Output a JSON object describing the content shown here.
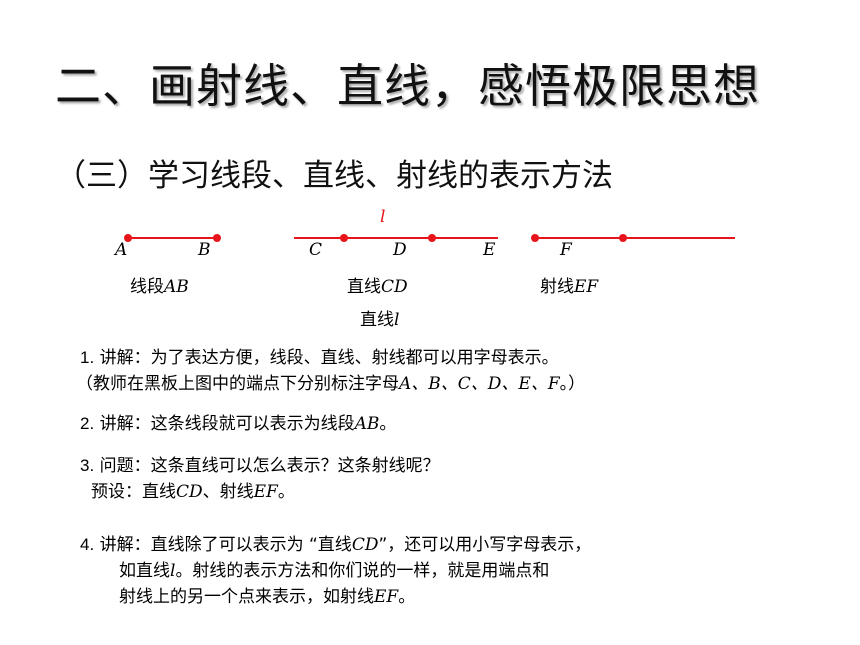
{
  "title": "二、画射线、直线，感悟极限思想",
  "subtitle": "（三）学习线段、直线、射线的表示方法",
  "figure": {
    "color": "#e8141c",
    "line_label": "l",
    "segment_points": [
      "A",
      "B"
    ],
    "line_points": [
      "C",
      "D",
      "E"
    ],
    "ray_points": [
      "F"
    ],
    "segment_caption": {
      "prefix": "线段",
      "name": "AB"
    },
    "line_caption": {
      "prefix": "直线",
      "name": "CD"
    },
    "line_caption2": {
      "prefix": "直线",
      "name": "l"
    },
    "ray_caption": {
      "prefix": "射线",
      "name": "EF"
    }
  },
  "items": {
    "i1_num": "1.",
    "i1_text": "讲解：为了表达方便，线段、直线、射线都可以用字母表示。",
    "i1_sub_prefix": "（教师在黑板上图中的端点下分别标注字母",
    "i1_sub_letters": "A、B、C、D、E、F",
    "i1_sub_suffix": "。）",
    "i2_num": "2.",
    "i2_text": "讲解：这条线段就可以表示为线段",
    "i2_name": "AB",
    "i2_end": "。",
    "i3_num": "3.",
    "i3_text": "问题：这条直线可以怎么表示？这条射线呢？",
    "i3_sub_prefix": "预设：直线",
    "i3_sub_cd": "CD",
    "i3_sub_mid": "、射线",
    "i3_sub_ef": "EF",
    "i3_sub_end": "。",
    "i4_num": "4.",
    "i4_text1": "讲解：直线除了可以表示为 “直线",
    "i4_cd": "CD",
    "i4_text2": "”，还可以用小写字母表示，",
    "i4_l2_prefix": "如直线",
    "i4_l2_l": "l",
    "i4_l2_rest": "。射线的表示方法和你们说的一样，就是用端点和",
    "i4_l3_prefix": "射线上的另一个点来表示，如射线",
    "i4_l3_ef": "EF",
    "i4_l3_end": "。"
  }
}
